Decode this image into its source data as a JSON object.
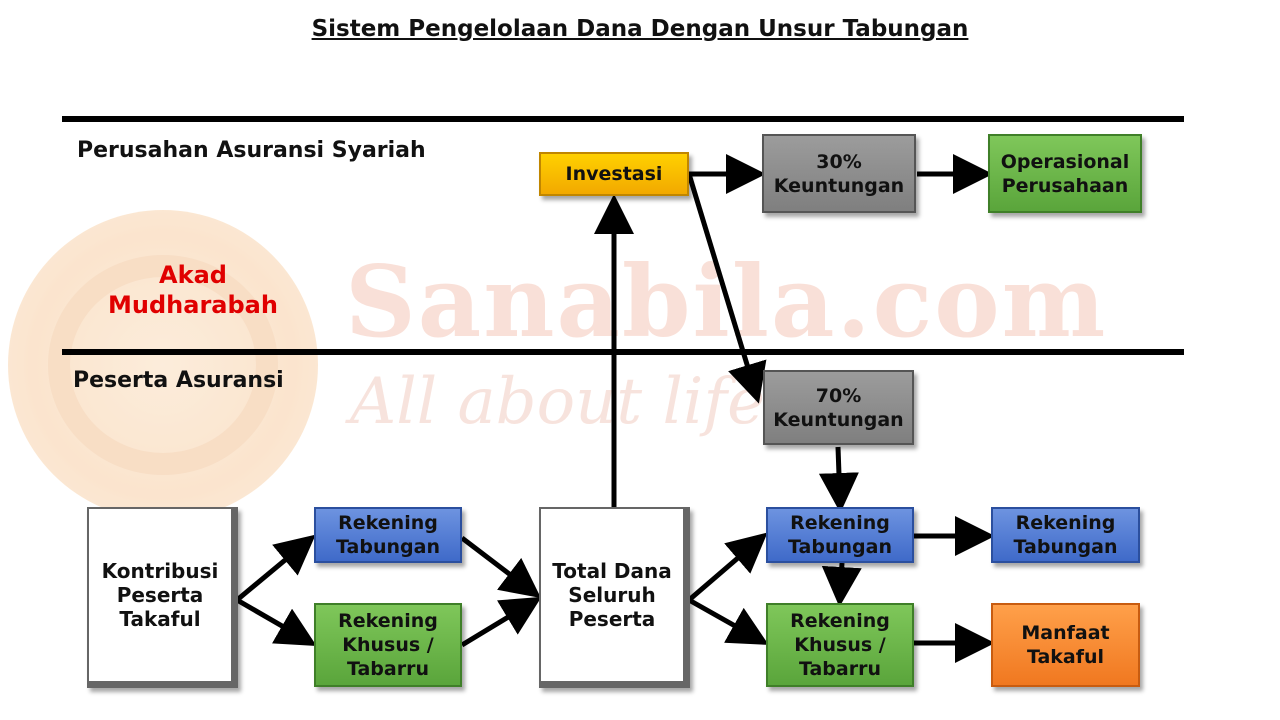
{
  "title": "Sistem Pengelolaan Dana Dengan Unsur Tabungan",
  "sections": {
    "company": "Perusahan Asuransi Syariah",
    "participant": "Peserta Asuransi"
  },
  "akad": "Akad\nMudharabah",
  "watermark": {
    "brand": "Sanabila.com",
    "tagline": "All about life"
  },
  "boxes": {
    "investasi": "Investasi",
    "keuntungan_30": "30%\nKeuntungan",
    "operasional": "Operasional\nPerusahaan",
    "keuntungan_70": "70%\nKeuntungan",
    "kontribusi": "Kontribusi\nPeserta\nTakaful",
    "rek_tabungan_1": "Rekening\nTabungan",
    "rek_khusus_1": "Rekening\nKhusus /\nTabarru",
    "total_dana": "Total Dana\nSeluruh\nPeserta",
    "rek_tabungan_2": "Rekening\nTabungan",
    "rek_khusus_2": "Rekening\nKhusus /\nTabarru",
    "rek_tabungan_3": "Rekening\nTabungan",
    "manfaat": "Manfaat\nTakaful"
  },
  "colors": {
    "akad_text": "#e00000",
    "gray_box": "#8a8a8a",
    "green_box": "#6bb64a",
    "blue_box": "#4f7fd6",
    "yellow_box": "#ffc000",
    "orange_box": "#f88a33"
  }
}
